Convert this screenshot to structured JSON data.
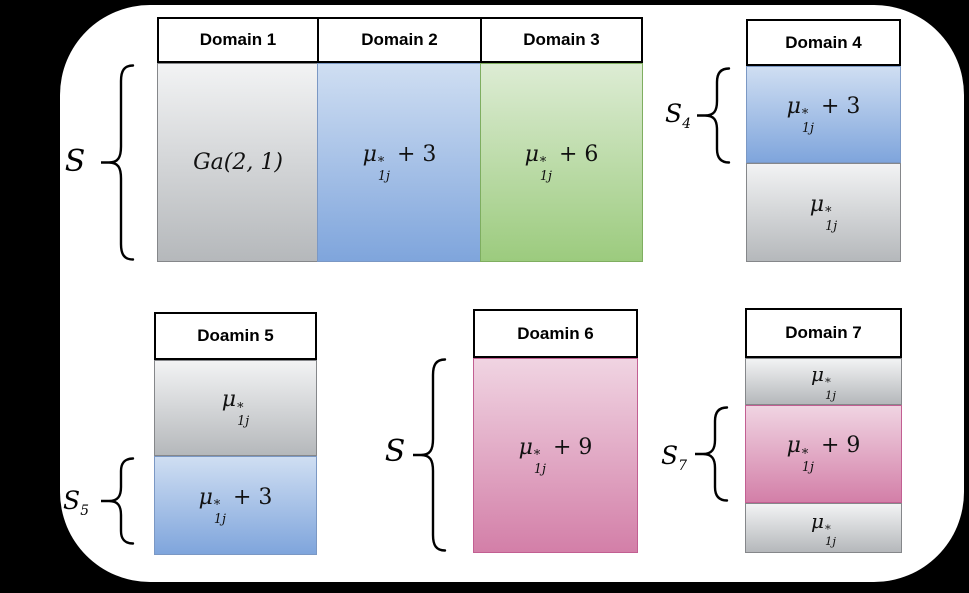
{
  "figure": {
    "background_color": "#000000",
    "panel_color": "#ffffff"
  },
  "colors": {
    "gray": {
      "top": "#f2f3f4",
      "bottom": "#b5b8bb",
      "border": "#85878a"
    },
    "blue": {
      "top": "#cfdef2",
      "bottom": "#7fa5dc",
      "border": "#7b98c4"
    },
    "green": {
      "top": "#ddecd4",
      "bottom": "#9ccb7e",
      "border": "#7fae60"
    },
    "pink": {
      "top": "#f0d4e2",
      "bottom": "#d37fa8",
      "border": "#c25f92"
    },
    "header_border": "#000000"
  },
  "domains": {
    "d1": {
      "header": "Domain 1",
      "cell": {
        "text": "Ga(2, 1)",
        "fill": "gray"
      }
    },
    "d2": {
      "header": "Domain 2",
      "cell": {
        "mu": "μ",
        "sup": "*",
        "sub": "1j",
        "rest": "+ 3",
        "fill": "blue"
      }
    },
    "d3": {
      "header": "Domain 3",
      "cell": {
        "mu": "μ",
        "sup": "*",
        "sub": "1j",
        "rest": "+ 6",
        "fill": "green"
      }
    },
    "d4": {
      "header": "Domain 4",
      "top": {
        "mu": "μ",
        "sup": "*",
        "sub": "1j",
        "rest": "+ 3",
        "fill": "blue"
      },
      "bottom": {
        "mu": "μ",
        "sup": "*",
        "sub": "1j",
        "rest": "",
        "fill": "gray"
      }
    },
    "d5": {
      "header": "Doamin 5",
      "top": {
        "mu": "μ",
        "sup": "*",
        "sub": "1j",
        "rest": "",
        "fill": "gray"
      },
      "bottom": {
        "mu": "μ",
        "sup": "*",
        "sub": "1j",
        "rest": "+ 3",
        "fill": "blue"
      }
    },
    "d6": {
      "header": "Doamin 6",
      "cell": {
        "mu": "μ",
        "sup": "*",
        "sub": "1j",
        "rest": "+ 9",
        "fill": "pink"
      }
    },
    "d7": {
      "header": "Domain 7",
      "top": {
        "mu": "μ",
        "sup": "*",
        "sub": "1j",
        "rest": "",
        "fill": "gray"
      },
      "middle": {
        "mu": "μ",
        "sup": "*",
        "sub": "1j",
        "rest": "+ 9",
        "fill": "pink"
      },
      "bottom": {
        "mu": "μ",
        "sup": "*",
        "sub": "1j",
        "rest": "",
        "fill": "gray"
      }
    }
  },
  "braces": {
    "top": {
      "label": "S",
      "sub": ""
    },
    "s4": {
      "label": "S",
      "sub": "4"
    },
    "s5": {
      "label": "S",
      "sub": "5"
    },
    "s6": {
      "label": "S",
      "sub": ""
    },
    "s7": {
      "label": "S",
      "sub": "7"
    }
  }
}
